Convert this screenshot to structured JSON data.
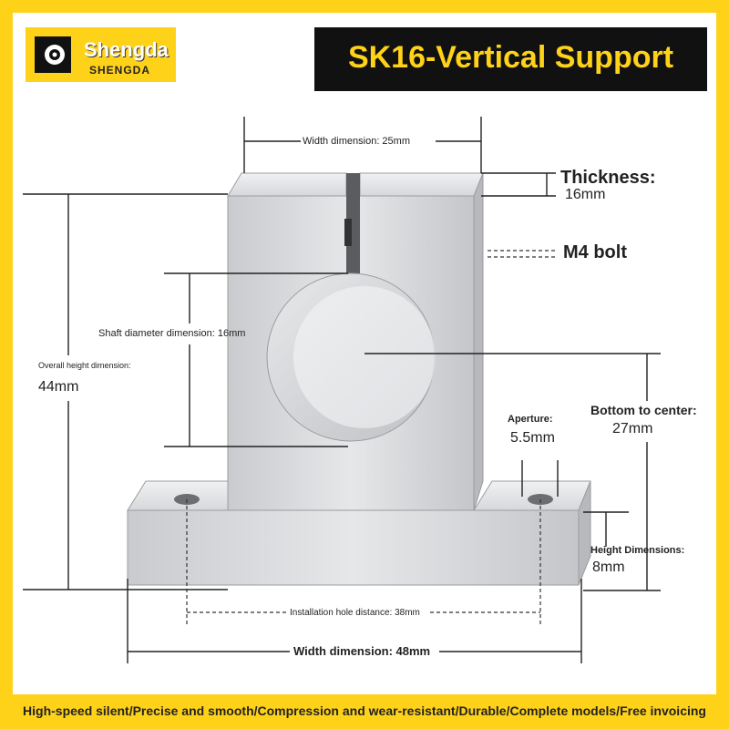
{
  "brand": {
    "name": "Shengda",
    "sub": "SHENGDA"
  },
  "title": "SK16-Vertical Support",
  "labels": {
    "top_width": "Width dimension: 25mm",
    "thickness_title": "Thickness:",
    "thickness_value": "16mm",
    "m4_bolt": "M4 bolt",
    "shaft_diameter": "Shaft diameter dimension: 16mm",
    "overall_height_title": "Overall height dimension:",
    "overall_height_value": "44mm",
    "bottom_center_title": "Bottom to center:",
    "bottom_center_value": "27mm",
    "aperture_title": "Aperture:",
    "aperture_value": "5.5mm",
    "height_dim_title": "Height Dimensions:",
    "height_dim_value": "8mm",
    "install_hole": "Installation hole distance: 38mm",
    "bottom_width": "Width dimension: 48mm"
  },
  "footer": "High-speed silent/Precise and smooth/Compression and wear-resistant/Durable/Complete models/Free invoicing",
  "colors": {
    "brand_yellow": "#ffd21a",
    "title_bg": "#111111",
    "metal": "#d8dadd"
  }
}
